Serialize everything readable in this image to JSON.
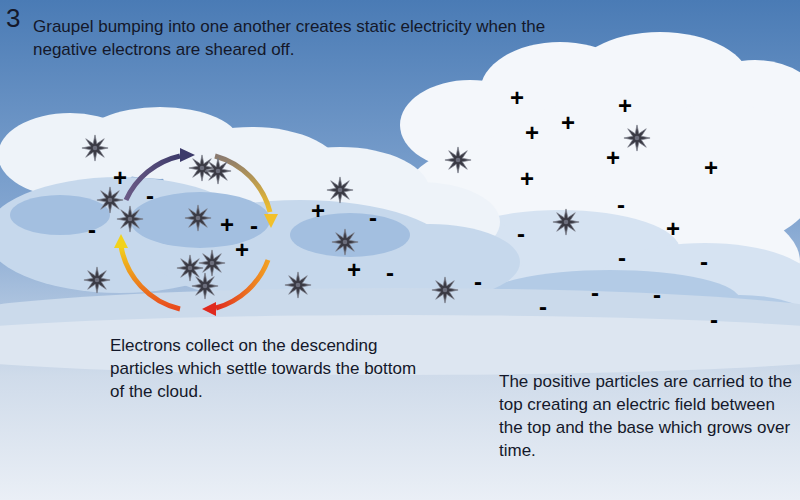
{
  "diagram": {
    "title": "Graupel bumping into one another creates static electricity when the negative electrons are sheared off.",
    "labels": [
      "3",
      "Electrons collect on the descending particles which settle towards the bottom of the cloud.",
      "The positive particles are carried to the top creating an electric field between the top and the base which grows over time.",
      "+",
      "+",
      "+",
      "+",
      "+",
      "+",
      "+",
      "+",
      "+",
      "+",
      "+",
      "+",
      "+",
      "-",
      "-",
      "-",
      "-",
      "-",
      "-",
      "-",
      "-",
      "-",
      "-",
      "-",
      "-",
      "-",
      "-"
    ]
  }
}
